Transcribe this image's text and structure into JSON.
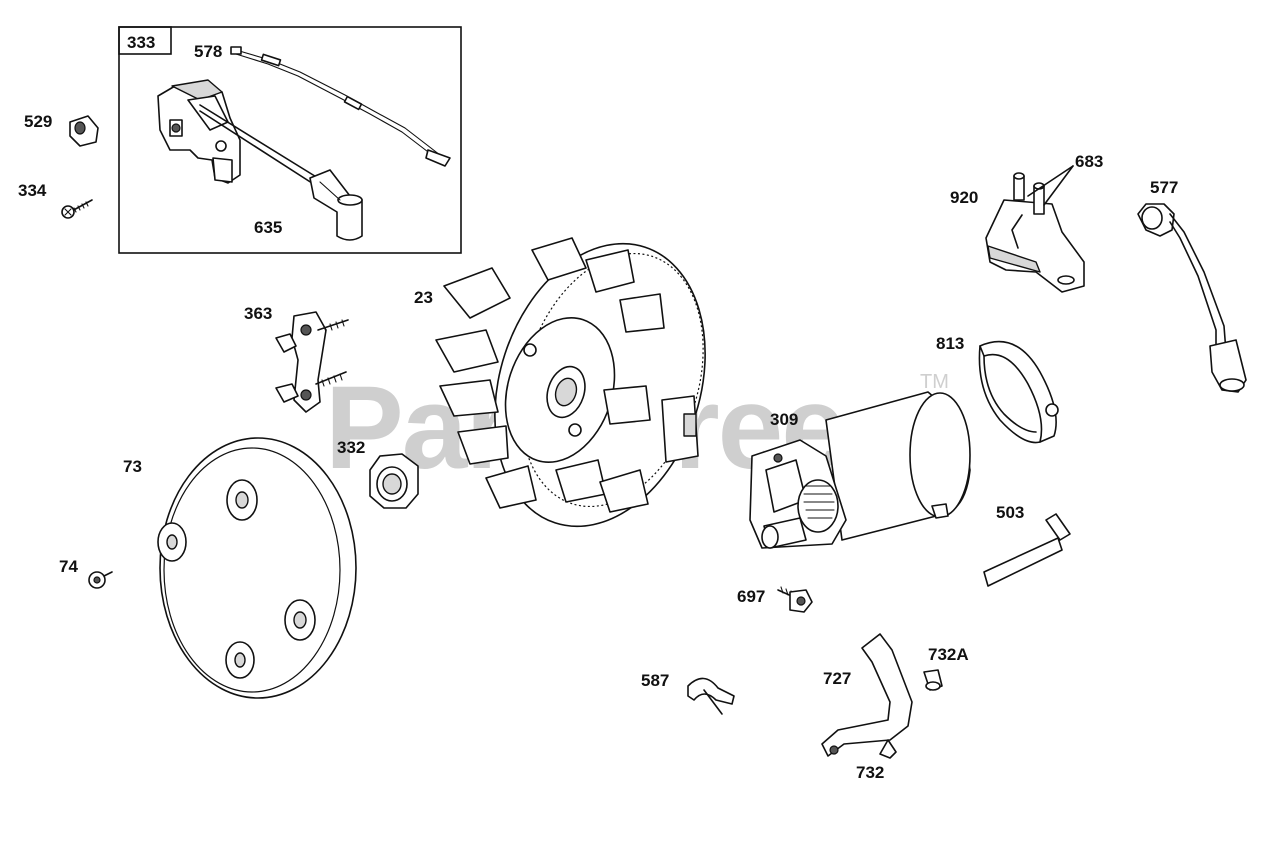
{
  "watermark": {
    "text": "PartsTree",
    "trademark": "TM"
  },
  "callout_box": {
    "label": "333"
  },
  "parts": [
    {
      "id": "578"
    },
    {
      "id": "529"
    },
    {
      "id": "334"
    },
    {
      "id": "635"
    },
    {
      "id": "683"
    },
    {
      "id": "920"
    },
    {
      "id": "577"
    },
    {
      "id": "23"
    },
    {
      "id": "363"
    },
    {
      "id": "813"
    },
    {
      "id": "309"
    },
    {
      "id": "332"
    },
    {
      "id": "73"
    },
    {
      "id": "503"
    },
    {
      "id": "74"
    },
    {
      "id": "697"
    },
    {
      "id": "732A"
    },
    {
      "id": "587"
    },
    {
      "id": "727"
    },
    {
      "id": "732"
    }
  ]
}
